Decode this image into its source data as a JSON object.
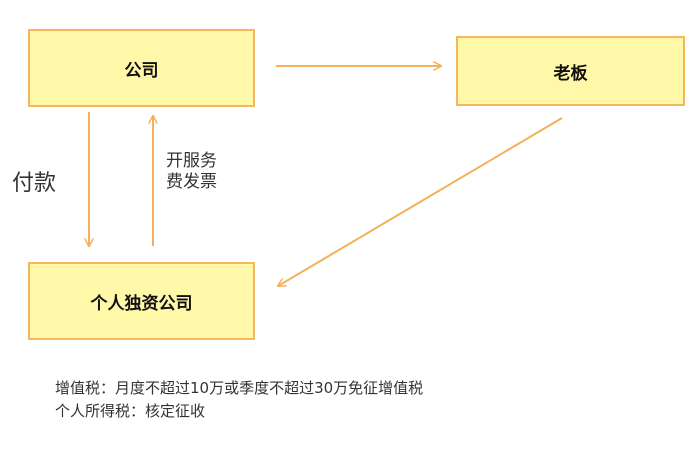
{
  "nodes": {
    "company": "公司",
    "boss": "老板",
    "sole": "个人独资公司"
  },
  "edges": {
    "pay": "付款",
    "invoice_line1": "开服务",
    "invoice_line2": "费发票"
  },
  "notes": {
    "vat": "增值税：月度不超过10万或季度不超过30万免征增值税",
    "pit": "个人所得税：核定征收"
  },
  "colors": {
    "box_fill": "#fff8a8",
    "box_border": "#f3b75e",
    "arrow": "#f5b05a"
  }
}
